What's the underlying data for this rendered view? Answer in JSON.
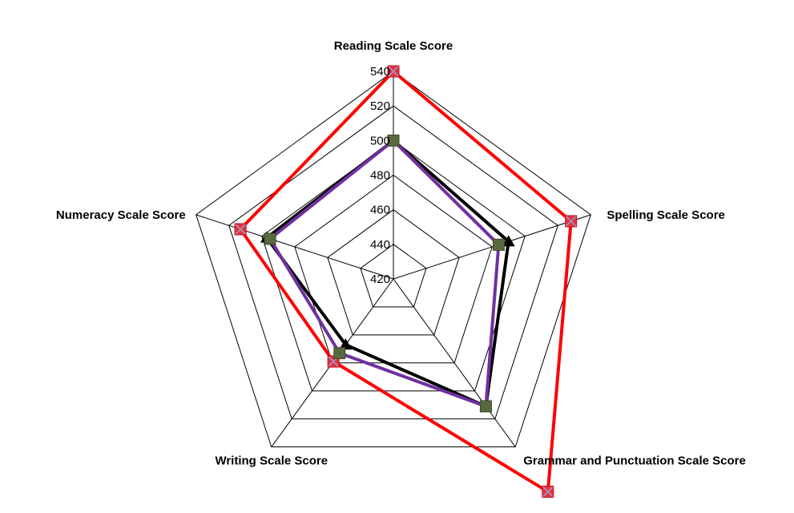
{
  "chart_data": {
    "type": "radar",
    "title": "",
    "axes": [
      "Reading Scale Score",
      "Spelling Scale Score",
      "Grammar and Punctuation Scale Score",
      "Writing Scale Score",
      "Numeracy Scale Score"
    ],
    "rmin": 420,
    "rmax": 540,
    "tick_step": 20,
    "ticks": [
      "420",
      "440",
      "460",
      "480",
      "500",
      "520",
      "540"
    ],
    "grid": true,
    "legend": "none",
    "series": [
      {
        "color": "#ff0000",
        "marker": "square-x",
        "marker_color": "#e8303a",
        "values": [
          540,
          528,
          572,
          479,
          513
        ]
      },
      {
        "color": "#000000",
        "marker": "triangle",
        "marker_color": "#000000",
        "values": [
          500,
          490,
          511,
          467,
          497
        ]
      },
      {
        "color": "#7030a0",
        "marker": "square",
        "marker_color": "#5a6a40",
        "values": [
          500,
          484,
          511,
          473,
          495
        ]
      }
    ]
  }
}
